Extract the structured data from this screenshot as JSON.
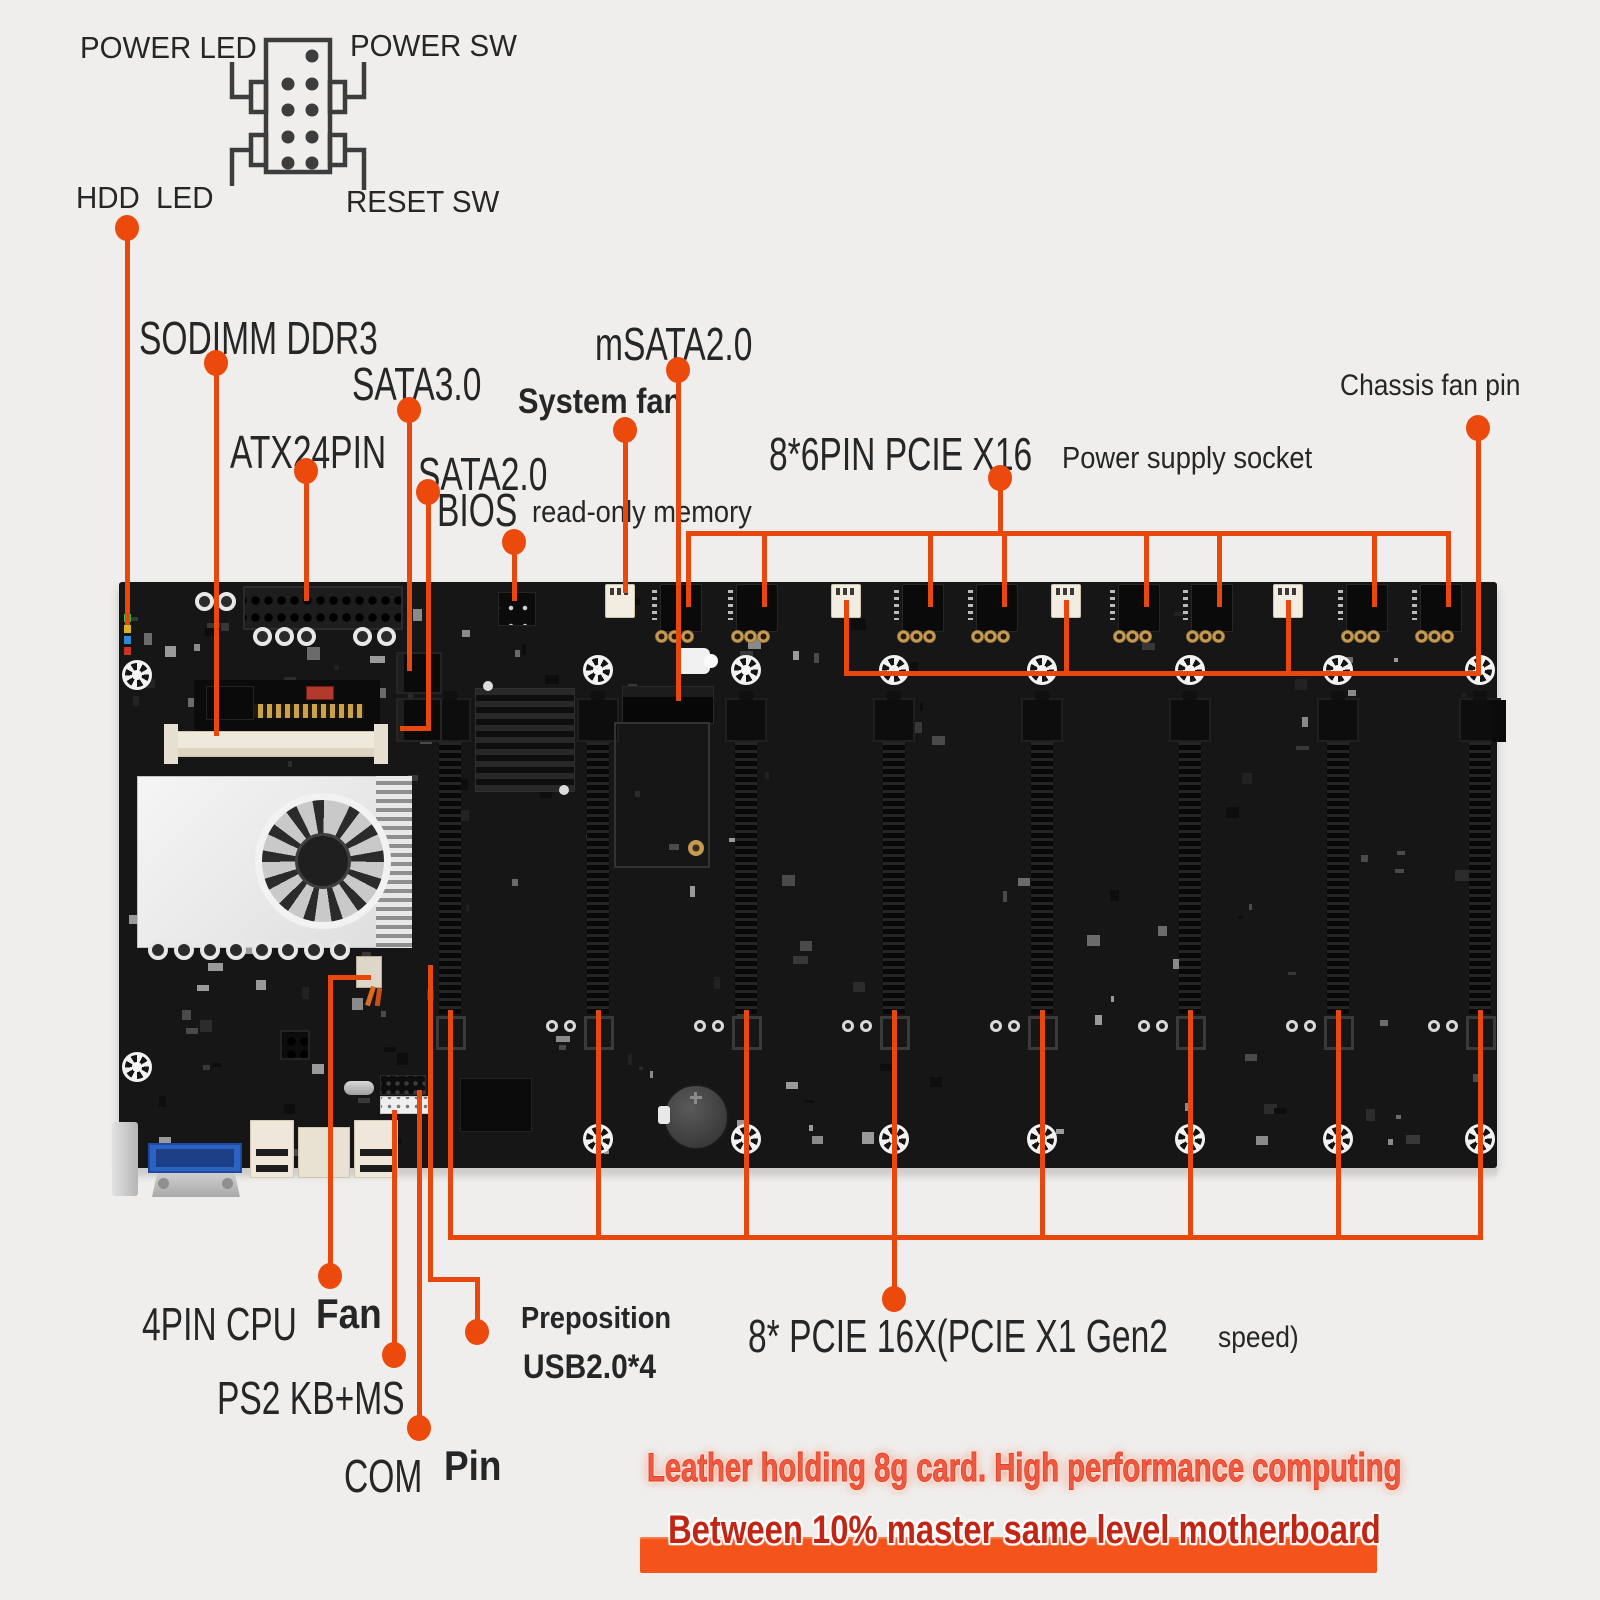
{
  "colors": {
    "accent": "#e8480e",
    "banner": "#f4541c",
    "glow_text": "#ee5a41",
    "banner_text": "#c22513",
    "label": "#262626",
    "board": "#161616",
    "background": "#efeeec"
  },
  "panel_diagram": {
    "power_led": "POWER LED",
    "power_sw": "POWER SW",
    "hdd_led": "HDD  LED",
    "reset_sw": "RESET SW"
  },
  "callouts": {
    "sodimm": "SODIMM DDR3",
    "sata3": "SATA3.0",
    "msata": "mSATA2.0",
    "system_fan": "System fan",
    "atx24": "ATX24PIN",
    "sata2": "SATA2.0",
    "bios": "BIOS",
    "bios_sub": "read-only memory",
    "pcie_power": "8*6PIN PCIE X16",
    "pcie_power_sub": "Power supply socket",
    "chassis_fan": "Chassis fan pin",
    "cpu_fan": "4PIN CPU",
    "cpu_fan_b": "Fan",
    "ps2": "PS2 KB+MS",
    "com": "COM",
    "com_b": "Pin",
    "preposition": "Preposition",
    "usb": "USB2.0*4",
    "pcie_slots": "8* PCIE 16X(PCIE X1 Gen2",
    "pcie_slots_b": "speed)"
  },
  "footer": {
    "line1": "Leather holding 8g card. High performance computing",
    "line2": "Between 10% master same level motherboard"
  }
}
